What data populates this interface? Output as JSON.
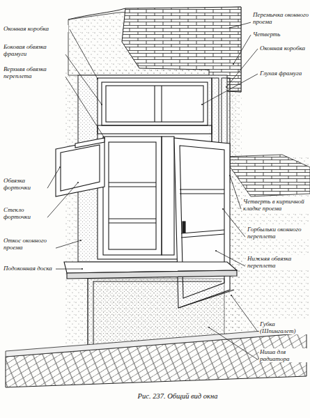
{
  "diagram": {
    "caption": "Рис. 237. Общий вид окна",
    "labels": [
      "Оконная коробка",
      "Боковая обвязка фрамуги",
      "Верхняя обвязка переплета",
      "Обвязка форточки",
      "Стекло форточки",
      "Откос оконного проема",
      "Подоконная доска",
      "Перемычка оконного проема",
      "Четверть",
      "Оконная коробка",
      "Глухая фрамуга",
      "Четверть в кирпичной кладке проема",
      "Горбыльки оконного переплета",
      "Нижняя обвязка переплета",
      "Губка (Шпингалет)",
      "Ниша для радиатора"
    ]
  }
}
